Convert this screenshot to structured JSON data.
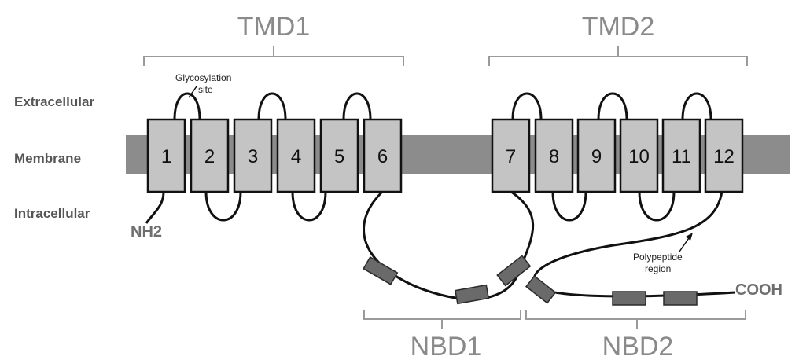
{
  "labels": {
    "extracellular": "Extracellular",
    "membrane": "Membrane",
    "intracellular": "Intracellular"
  },
  "domains": {
    "tmd1": "TMD1",
    "tmd2": "TMD2",
    "nbd1": "NBD1",
    "nbd2": "NBD2"
  },
  "helices": [
    "1",
    "2",
    "3",
    "4",
    "5",
    "6",
    "7",
    "8",
    "9",
    "10",
    "11",
    "12"
  ],
  "termini": {
    "n": "NH2",
    "c": "COOH"
  },
  "annotations": {
    "glycosylation_line1": "Glycosylation",
    "glycosylation_line2": "site",
    "polypeptide_line1": "Polypeptide",
    "polypeptide_line2": "region"
  },
  "colors": {
    "membrane": "#8c8c8c",
    "helix_fill": "#c4c4c4",
    "nbd_fill": "#6a6a6a"
  }
}
